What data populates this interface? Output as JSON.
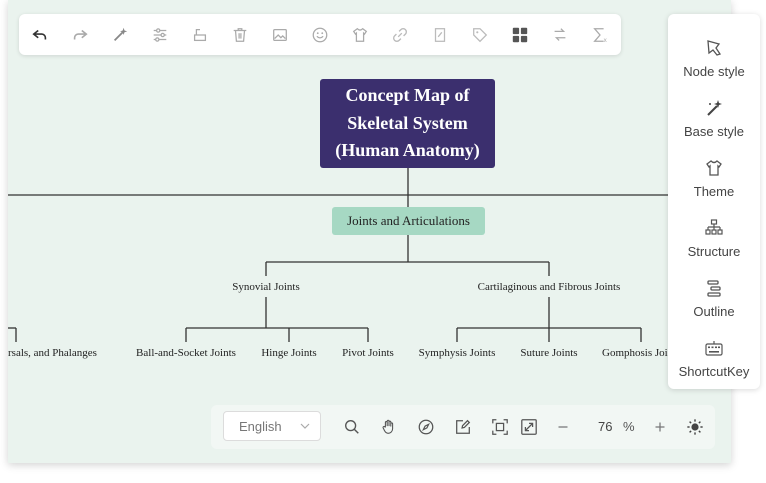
{
  "toolbar": {
    "buttons": [
      {
        "name": "undo-button",
        "icon": "undo-icon",
        "enabled": true
      },
      {
        "name": "redo-button",
        "icon": "redo-icon",
        "enabled": false
      },
      {
        "name": "format-painter-button",
        "icon": "magic-wand-icon",
        "enabled": false
      },
      {
        "name": "adjust-button",
        "icon": "sliders-icon",
        "enabled": false
      },
      {
        "name": "subtopic-button",
        "icon": "subtopic-icon",
        "enabled": false
      },
      {
        "name": "delete-button",
        "icon": "trash-icon",
        "enabled": false
      },
      {
        "name": "image-button",
        "icon": "image-icon",
        "enabled": false
      },
      {
        "name": "emoji-button",
        "icon": "emoji-icon",
        "enabled": false
      },
      {
        "name": "theme-shirt-button",
        "icon": "shirt-icon",
        "enabled": false
      },
      {
        "name": "link-button",
        "icon": "link-icon",
        "enabled": false
      },
      {
        "name": "note-button",
        "icon": "note-icon",
        "enabled": false
      },
      {
        "name": "tag-button",
        "icon": "tag-icon",
        "enabled": false
      },
      {
        "name": "layout-button",
        "icon": "grid-icon",
        "enabled": true
      },
      {
        "name": "connector-button",
        "icon": "connector-icon",
        "enabled": false
      },
      {
        "name": "formula-button",
        "icon": "sigma-icon",
        "enabled": false
      }
    ]
  },
  "mindmap": {
    "root": "Concept Map of Skeletal System (Human Anatomy)",
    "joints": "Joints and Articulations",
    "synovial": "Synovial Joints",
    "cartilaginous": "Cartilaginous and Fibrous Joints",
    "leaves": {
      "phalanges": "rsals, and Phalanges",
      "ball_socket": "Ball-and-Socket Joints",
      "hinge": "Hinge Joints",
      "pivot": "Pivot Joints",
      "symphysis": "Symphysis Joints",
      "suture": "Suture Joints",
      "gomphosis": "Gomphosis Joi"
    }
  },
  "side_panel": {
    "items": [
      {
        "label": "Node style",
        "icon": "node-style-icon"
      },
      {
        "label": "Base style",
        "icon": "magic-wand-icon"
      },
      {
        "label": "Theme",
        "icon": "shirt-icon"
      },
      {
        "label": "Structure",
        "icon": "structure-icon"
      },
      {
        "label": "Outline",
        "icon": "outline-icon"
      },
      {
        "label": "ShortcutKey",
        "icon": "keyboard-icon"
      }
    ]
  },
  "bottom_bar": {
    "language": "English",
    "zoom": "76",
    "zoom_unit": "%",
    "tools": [
      "search-icon",
      "hand-icon",
      "compass-icon",
      "edit-icon",
      "fit-screen-icon",
      "fullscreen-icon",
      "zoom-out-icon",
      "zoom-in-icon",
      "theme-toggle-icon"
    ]
  },
  "colors": {
    "canvas": "#eaf3ee",
    "root_fill": "#3b2f6e",
    "joints_fill": "#a6d8c3",
    "line": "#333333"
  }
}
